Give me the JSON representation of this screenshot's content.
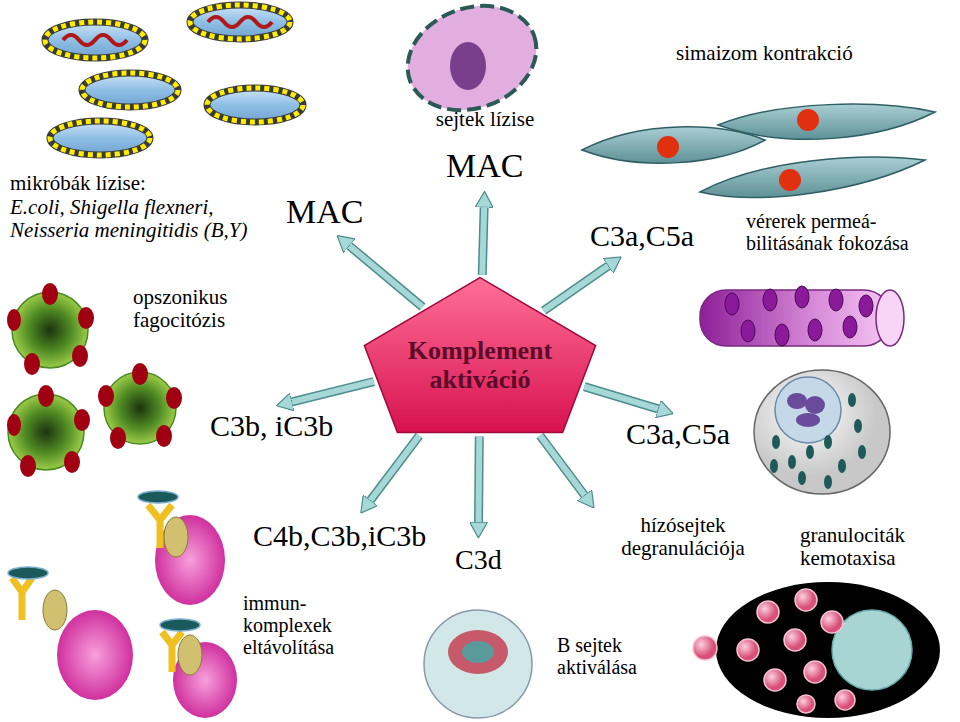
{
  "diagram": {
    "nodes": [
      {
        "text": [
          "Komplement aktiváció"
        ]
      },
      {
        "text": [
          "MAC"
        ]
      },
      {
        "text": [
          "MAC"
        ]
      },
      {
        "text": [
          "C3a,C5a"
        ]
      },
      {
        "text": [
          "C3a,C5a"
        ]
      },
      {
        "text": [
          "hízósejtek degranulációja"
        ]
      },
      {
        "text": [
          "C3d"
        ]
      },
      {
        "text": [
          "C4b,C3b,iC3b"
        ]
      },
      {
        "text": [
          "C3b, iC3b"
        ]
      }
    ],
    "edges": [
      {
        "from": 0,
        "to": 1,
        "arrow": "to"
      },
      {
        "from": 0,
        "to": 2,
        "arrow": "to"
      },
      {
        "from": 0,
        "to": 3,
        "arrow": "to"
      },
      {
        "from": 0,
        "to": 4,
        "arrow": "to"
      },
      {
        "from": 0,
        "to": 5,
        "arrow": "to"
      },
      {
        "from": 0,
        "to": 6,
        "arrow": "to"
      },
      {
        "from": 0,
        "to": 7,
        "arrow": "to"
      },
      {
        "from": 0,
        "to": 8,
        "arrow": "to"
      }
    ],
    "labels": [
      "mikróbák lízise:",
      "E.coli, Shigella flexneri, Neisseria meningitidis (B,Y)",
      "sejtek lízise",
      "simaizom kontrakció",
      "vérerek permeá- bilitásának fokozása",
      "granulociták kemotaxisa",
      "B sejtek aktiválása",
      "immun- komplexek eltávolítása",
      "opszonikus fagocitózis"
    ]
  }
}
